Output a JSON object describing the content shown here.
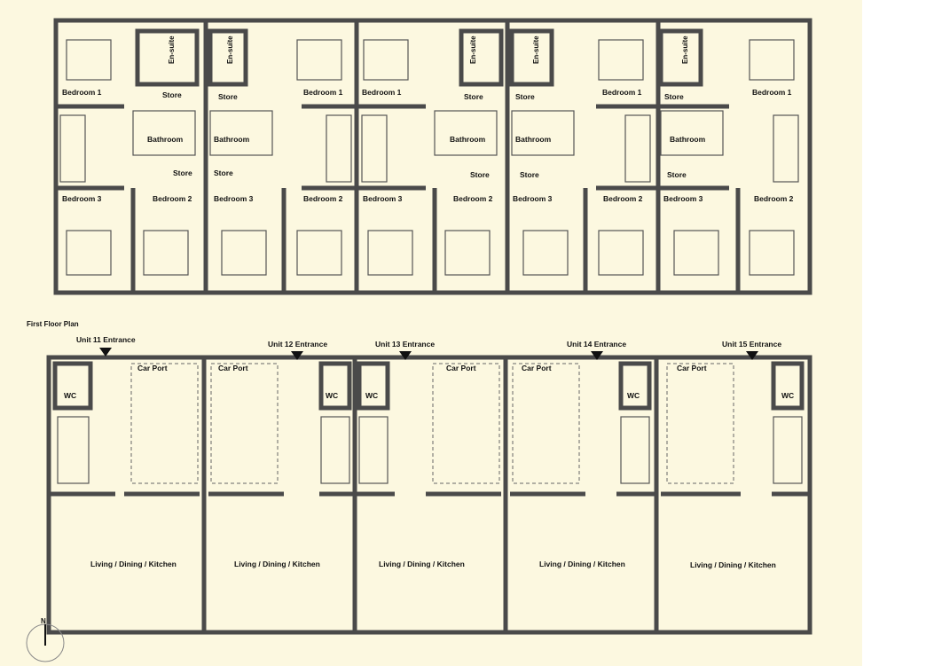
{
  "first_floor": {
    "title": "First Floor Plan",
    "rooms": {
      "bedroom1": "Bedroom 1",
      "bedroom2": "Bedroom 2",
      "bedroom3": "Bedroom 3",
      "bathroom": "Bathroom",
      "store": "Store",
      "ensuite": "En-suite"
    }
  },
  "ground_floor": {
    "entrances": [
      "Unit 11 Entrance",
      "Unit 12 Entrance",
      "Unit 13 Entrance",
      "Unit 14 Entrance",
      "Unit 15 Entrance"
    ],
    "rooms": {
      "carport": "Car Port",
      "wc": "WC",
      "living": "Living / Dining  / Kitchen"
    }
  },
  "north_label": "N",
  "colors": {
    "paper": "#fcf8e0",
    "ink": "#4a4a4a"
  }
}
